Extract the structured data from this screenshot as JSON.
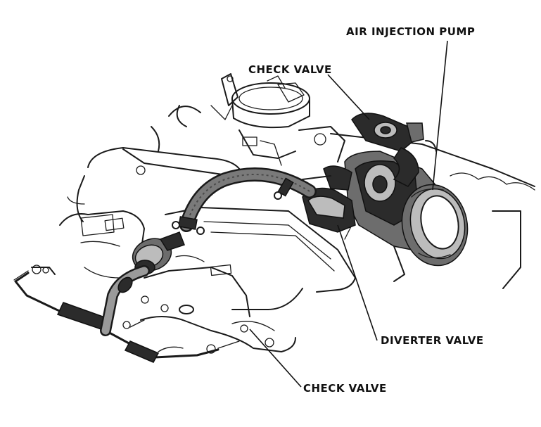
{
  "labels": {
    "air_injection_pump": "AIR INJECTION PUMP",
    "check_valve_top": "CHECK VALVE",
    "diverter_valve": "DIVERTER VALVE",
    "check_valve_bottom": "CHECK VALVE"
  },
  "colors": {
    "ink": "#1a1a1a",
    "background": "#ffffff"
  }
}
